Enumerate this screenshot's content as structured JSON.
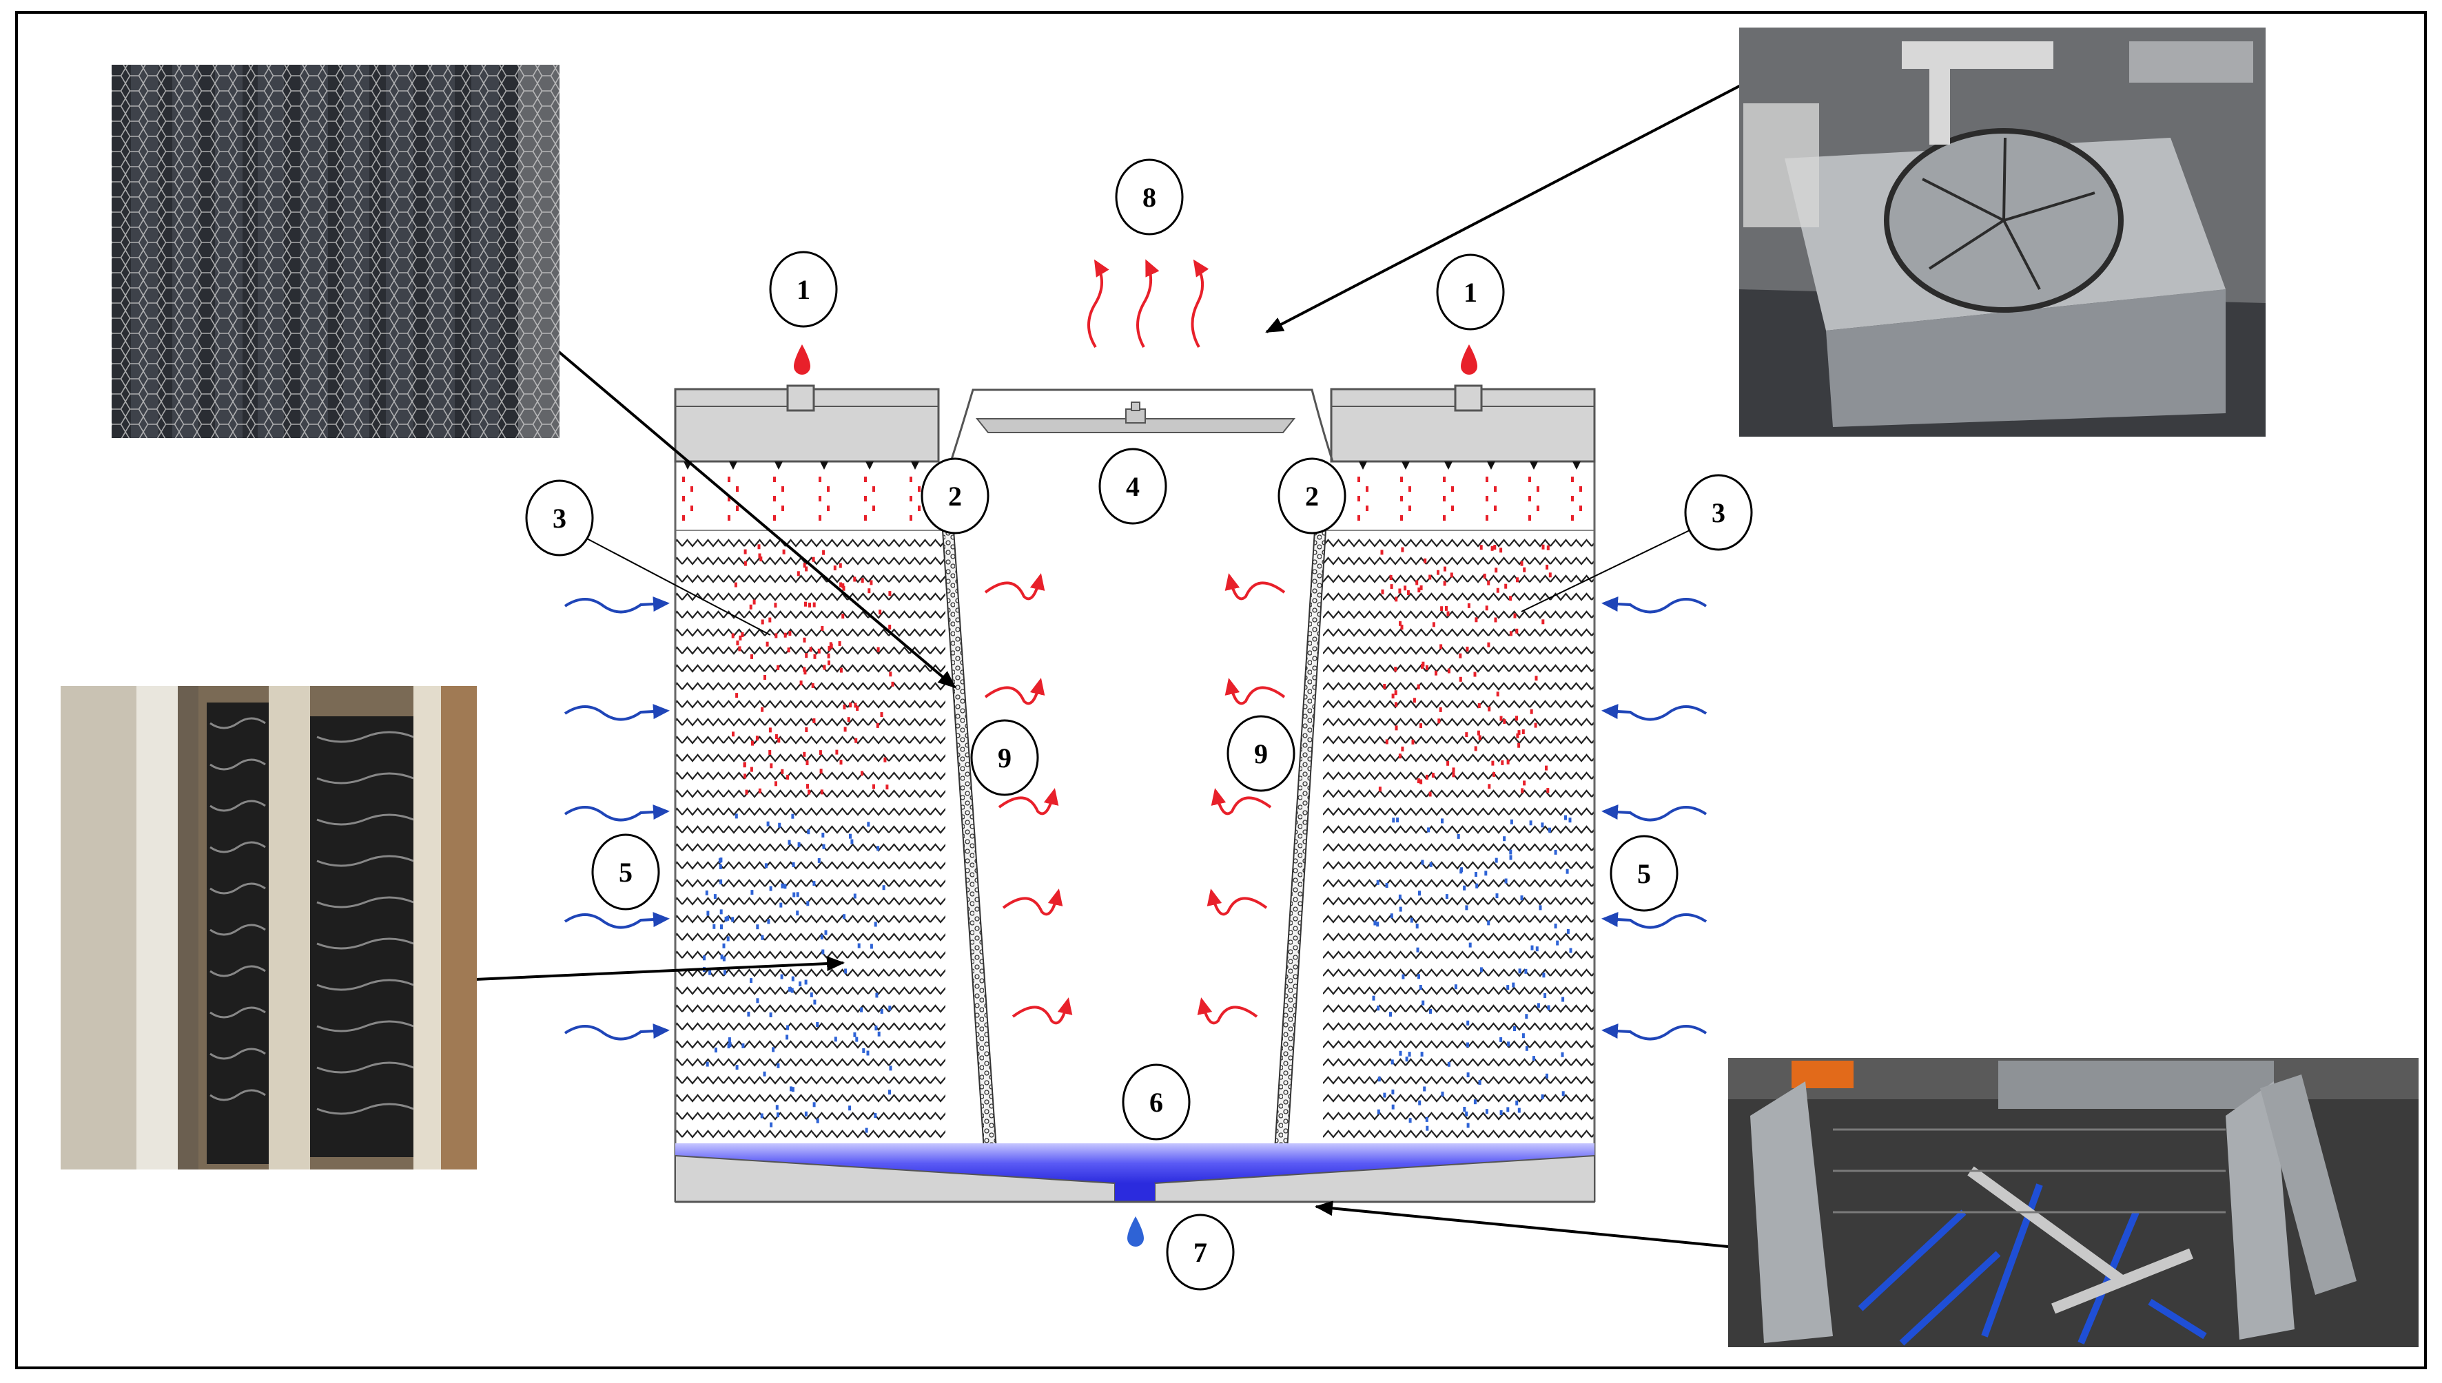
{
  "diagram": {
    "callouts": {
      "n1": "1",
      "n2": "2",
      "n3": "3",
      "n4": "4",
      "n5": "5",
      "n6": "6",
      "n7": "7",
      "n8": "8",
      "n9": "9"
    },
    "photos": [
      {
        "icon": "fill-pack-photo-icon"
      },
      {
        "icon": "fan-unit-photo-icon"
      },
      {
        "icon": "drift-eliminator-photo-icon"
      },
      {
        "icon": "dismantled-parts-photo-icon"
      }
    ],
    "colors": {
      "hot_water": "#e8202a",
      "cold_water": "#2e63d6",
      "basin": "#3b3bf0",
      "air_in": "#1f45b8",
      "casing": "#d4d4d4",
      "frame": "#000000"
    }
  }
}
